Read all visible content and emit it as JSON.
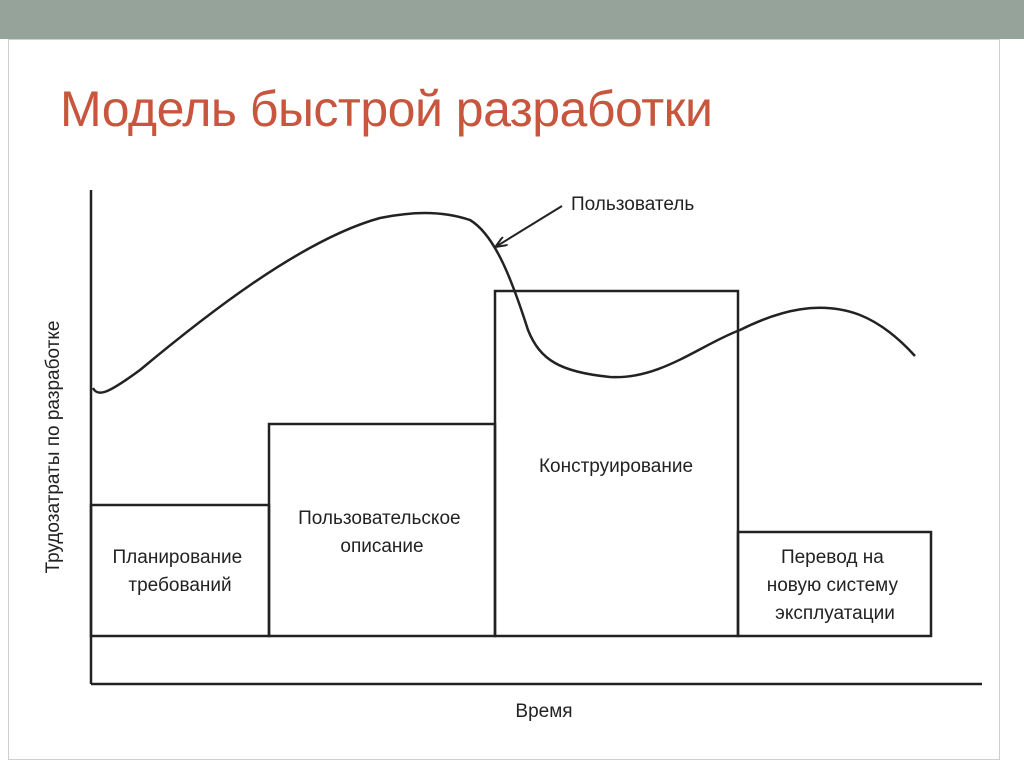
{
  "slide": {
    "title": "Модель быстрой разработки",
    "accent_color": "#c8553d",
    "bar_color": "#96a39a"
  },
  "diagram": {
    "y_axis_label": "Трудозатраты по разработке",
    "x_axis_label": "Время",
    "curve_label": "Пользователь",
    "phases": [
      {
        "lines": [
          "Планирование",
          "требований"
        ]
      },
      {
        "lines": [
          "Пользовательское",
          "описание"
        ]
      },
      {
        "lines": [
          "Конструирование"
        ]
      },
      {
        "lines": [
          "Перевод на",
          "новую систему",
          "эксплуатации"
        ]
      }
    ]
  }
}
